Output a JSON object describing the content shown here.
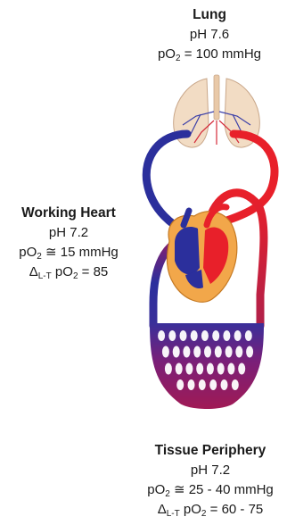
{
  "lung": {
    "title": "Lung",
    "ph": "pH 7.6",
    "po2_prefix": "pO",
    "po2_sub": "2",
    "po2_value": " = 100 mmHg"
  },
  "heart": {
    "title": "Working Heart",
    "ph": "pH 7.2",
    "po2_prefix": "pO",
    "po2_sub": "2",
    "po2_value": " ≅ 15 mmHg",
    "delta_prefix": "Δ",
    "delta_sub": "L-T",
    "delta_mid": " pO",
    "delta_sub2": "2",
    "delta_value": " = 85"
  },
  "tissue": {
    "title": "Tissue Periphery",
    "ph": "pH 7.2",
    "po2_prefix": "pO",
    "po2_sub": "2",
    "po2_value": " ≅ 25 - 40 mmHg",
    "delta_prefix": "Δ",
    "delta_sub": "L-T",
    "delta_mid": " pO",
    "delta_sub2": "2",
    "delta_value": " = 60 - 75"
  },
  "colors": {
    "arterial": "#e8202a",
    "venous": "#2b2f9c",
    "capillary": "#8a1a6e",
    "lung_tissue": "#f2dcc4",
    "heart_muscle": "#f2a74a"
  }
}
